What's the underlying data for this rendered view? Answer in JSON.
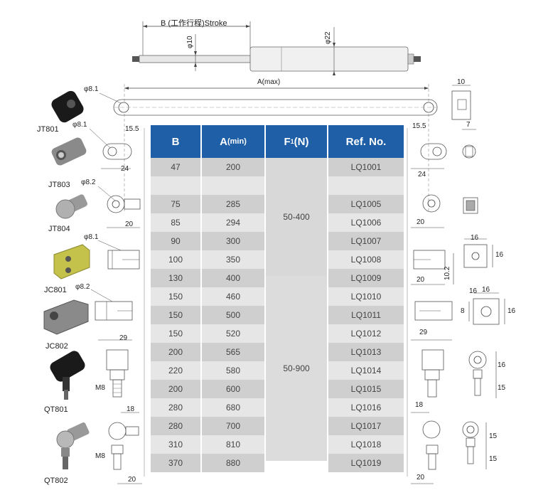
{
  "top": {
    "stroke_label": "B (工作行程)Stroke",
    "rod_dia": "φ10",
    "tube_dia": "φ22",
    "amax": "A(max)"
  },
  "table": {
    "headers": {
      "b": "B",
      "a_main": "A",
      "a_sub": "(min)",
      "f_main": "F",
      "f_sub": "1",
      "f_unit": "(N)",
      "ref": "Ref. No."
    },
    "rows": [
      {
        "b": "47",
        "a": "200",
        "ref": "LQ1001"
      },
      {
        "b": "",
        "a": "",
        "ref": ""
      },
      {
        "b": "75",
        "a": "285",
        "ref": "LQ1005"
      },
      {
        "b": "85",
        "a": "294",
        "ref": "LQ1006"
      },
      {
        "b": "90",
        "a": "300",
        "ref": "LQ1007"
      },
      {
        "b": "100",
        "a": "350",
        "ref": "LQ1008"
      },
      {
        "b": "130",
        "a": "400",
        "ref": "LQ1009"
      },
      {
        "b": "150",
        "a": "460",
        "ref": "LQ1010"
      },
      {
        "b": "150",
        "a": "500",
        "ref": "LQ1011"
      },
      {
        "b": "150",
        "a": "520",
        "ref": "LQ1012"
      },
      {
        "b": "200",
        "a": "565",
        "ref": "LQ1013"
      },
      {
        "b": "220",
        "a": "580",
        "ref": "LQ1014"
      },
      {
        "b": "200",
        "a": "600",
        "ref": "LQ1015"
      },
      {
        "b": "280",
        "a": "680",
        "ref": "LQ1016"
      },
      {
        "b": "280",
        "a": "700",
        "ref": "LQ1017"
      },
      {
        "b": "310",
        "a": "810",
        "ref": "LQ1018"
      },
      {
        "b": "370",
        "a": "880",
        "ref": "LQ1019"
      }
    ],
    "force_groups": [
      "50-400",
      "50-900"
    ]
  },
  "fittings": [
    {
      "code": "JT801",
      "dia": "φ8.1",
      "dim_left": "15.5",
      "dim_right": "15.5",
      "dim_side": "10"
    },
    {
      "code": "JT803",
      "dia": "φ8.1",
      "dim_left": "24",
      "dim_right": "24",
      "dim_side": "7"
    },
    {
      "code": "JT804",
      "dia": "φ8.2",
      "dim_left": "20",
      "dim_right": "20"
    },
    {
      "code": "JC801",
      "dia": "φ8.1",
      "dim_right": "20",
      "dim_v": "10.2",
      "dim_side_a": "16",
      "dim_side_b": "16"
    },
    {
      "code": "JC802",
      "dia": "φ8.2",
      "dim_left": "29",
      "dim_right": "29",
      "dim_side_a": "16",
      "dim_side_b": "16",
      "dim_mid": "8",
      "dim_top": "16"
    },
    {
      "code": "QT801",
      "thread": "M8",
      "dim_left": "18",
      "dim_right": "18",
      "dim_side_a": "16",
      "dim_side_b": "15"
    },
    {
      "code": "QT802",
      "thread": "M8",
      "dim_left": "20",
      "dim_right": "20",
      "dim_side_a": "15",
      "dim_side_b": "15"
    }
  ]
}
